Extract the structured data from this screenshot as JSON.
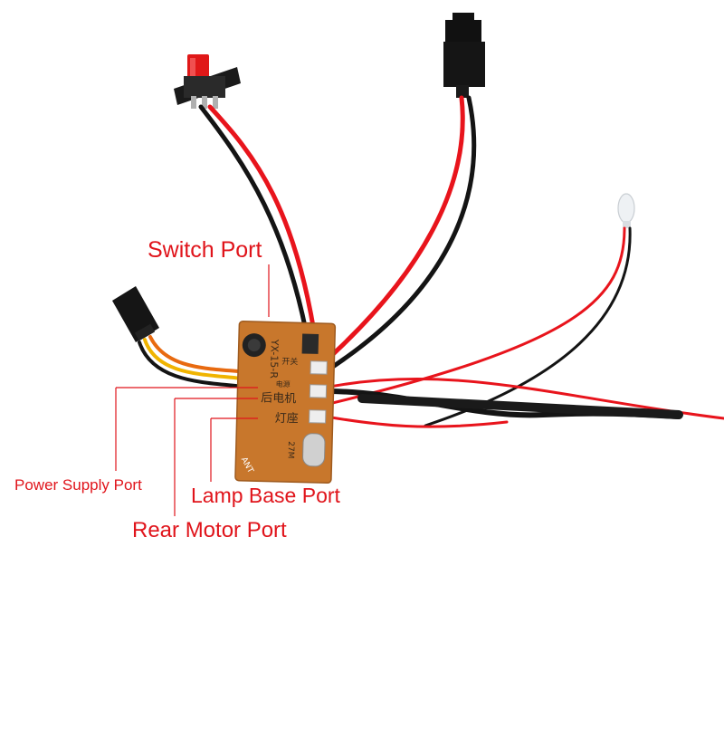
{
  "labels": {
    "switch_port": "Switch Port",
    "power_supply_port": "Power Supply Port",
    "lamp_base_port": "Lamp Base Port",
    "rear_motor_port": "Rear Motor Port"
  },
  "board": {
    "model": "YX-15-R",
    "rear_motor": "后电机",
    "lamp": "灯座",
    "switch": "开关",
    "power": "电源",
    "antenna": "ANT",
    "crystal": "27M"
  },
  "colors": {
    "callout": "#e0141b",
    "board": "#c8772c",
    "wire_red": "#e8141c",
    "wire_black": "#141414",
    "wire_yellow": "#f0b400",
    "wire_orange": "#e86a10"
  }
}
